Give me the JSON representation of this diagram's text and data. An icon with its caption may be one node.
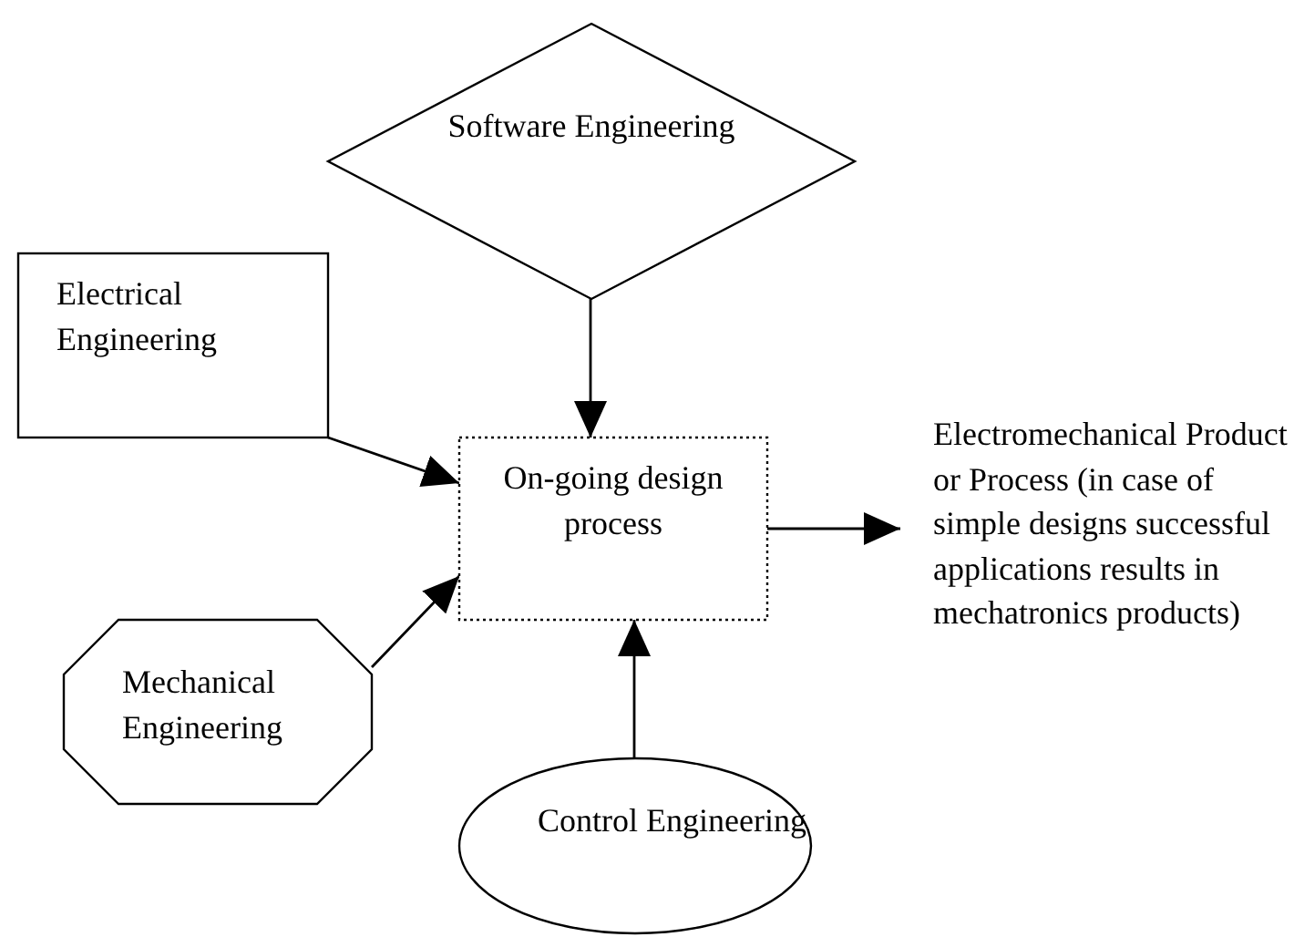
{
  "diagram": {
    "nodes": [
      {
        "text": [
          "Software Engineering"
        ]
      },
      {
        "text": [
          "Electrical Engineering"
        ]
      },
      {
        "text": [
          "On-going design process"
        ]
      },
      {
        "text": [
          "Electromechanical Product or Process (in case of simple designs successful applications results in mechatronics products)"
        ]
      },
      {
        "text": [
          "Mechanical Engineering"
        ]
      },
      {
        "text": [
          "Control Engineering"
        ]
      }
    ],
    "edges": [
      {
        "from": 0,
        "to": 2,
        "arrow": "to"
      },
      {
        "from": 1,
        "to": 2,
        "arrow": "to"
      },
      {
        "from": 4,
        "to": 2,
        "arrow": "to"
      },
      {
        "from": 5,
        "to": 2,
        "arrow": "to"
      },
      {
        "from": 2,
        "to": 3,
        "arrow": "to"
      }
    ]
  }
}
